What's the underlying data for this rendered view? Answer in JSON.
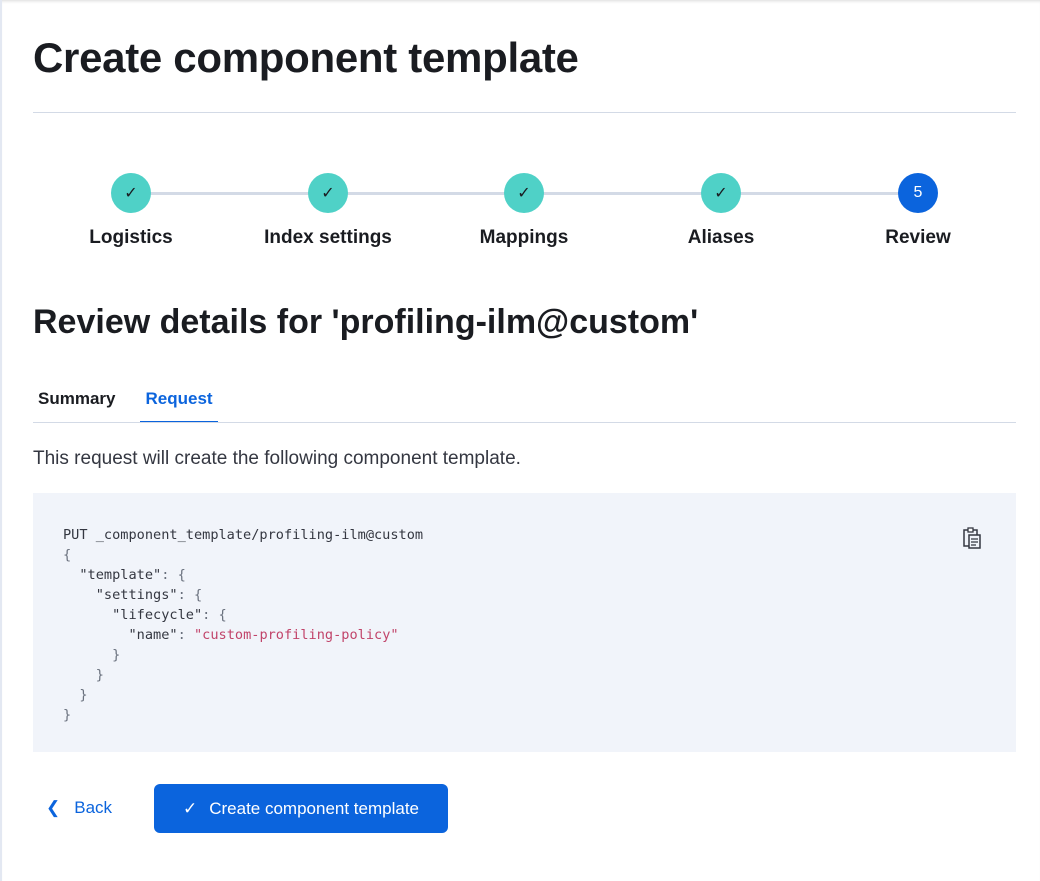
{
  "page": {
    "title": "Create component template"
  },
  "steps": [
    {
      "label": "Logistics",
      "status": "complete"
    },
    {
      "label": "Index settings",
      "status": "complete"
    },
    {
      "label": "Mappings",
      "status": "complete"
    },
    {
      "label": "Aliases",
      "status": "complete"
    },
    {
      "label": "Review",
      "status": "current",
      "number": "5"
    }
  ],
  "review": {
    "heading": "Review details for 'profiling-ilm@custom'",
    "tabs": [
      {
        "label": "Summary",
        "active": false
      },
      {
        "label": "Request",
        "active": true
      }
    ],
    "description": "This request will create the following component template.",
    "request": {
      "method_line": "PUT _component_template/profiling-ilm@custom",
      "key_template": "\"template\"",
      "key_settings": "\"settings\"",
      "key_lifecycle": "\"lifecycle\"",
      "key_name": "\"name\"",
      "value_name": "\"custom-profiling-policy\""
    }
  },
  "footer": {
    "back_label": "Back",
    "create_label": "Create component template"
  },
  "colors": {
    "accent": "#0b64dd",
    "complete": "#4fd1c7",
    "string": "#c1446a"
  }
}
